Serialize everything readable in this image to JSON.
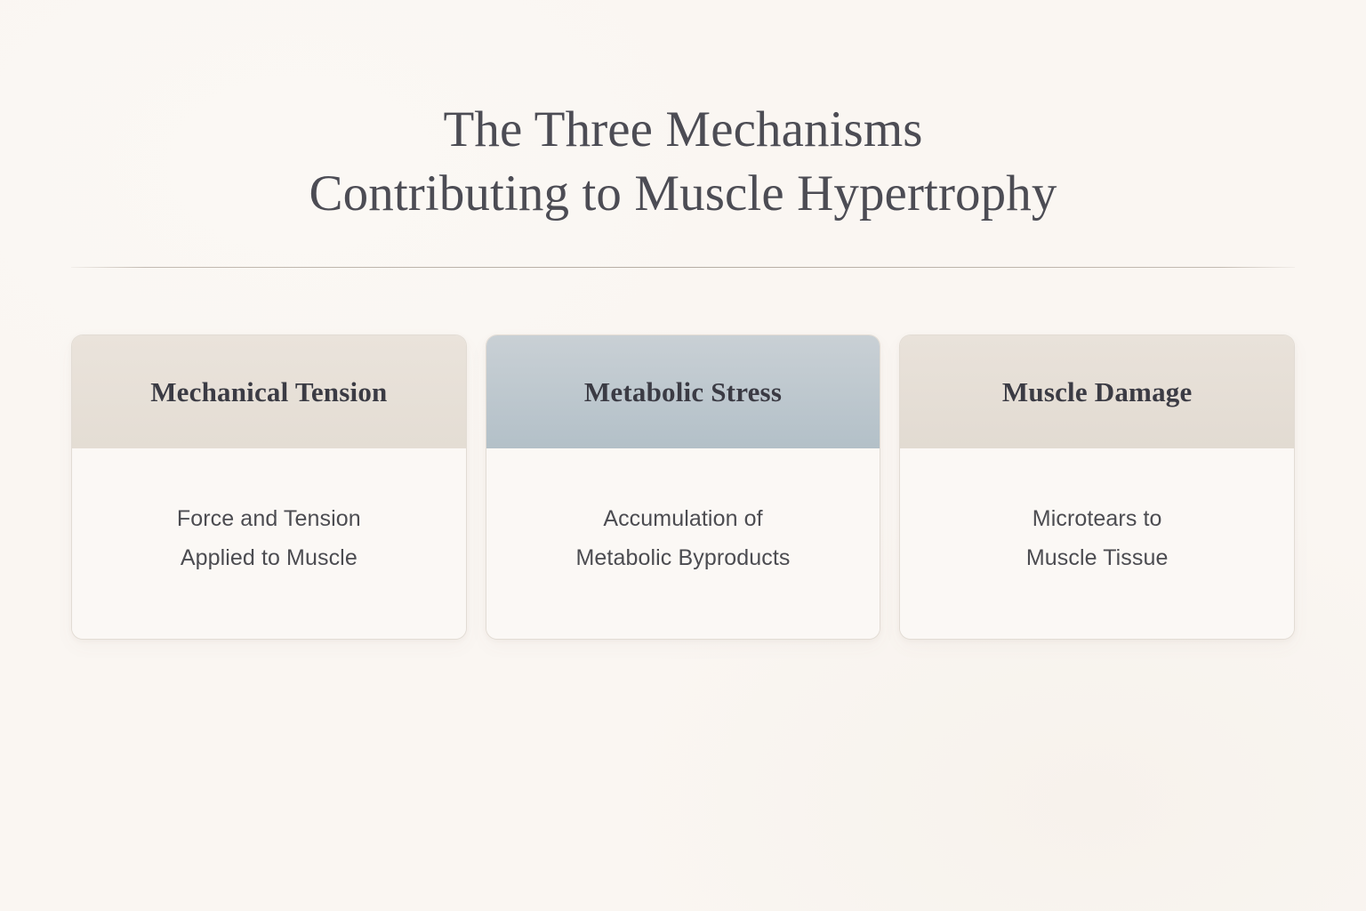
{
  "theme": {
    "background": "#faf6f2",
    "title_color": "#4c4c54",
    "divider_color": "#b2a99f",
    "body_text_color": "#4c4c51",
    "card_surface": "#fbf8f5",
    "accent_blue": "#b3c0c8",
    "accent_beige": "#e4ddd4"
  },
  "title": {
    "line1": "The Three Mechanisms",
    "line2": "Contributing to Muscle Hypertrophy"
  },
  "cards": [
    {
      "title": "Mechanical Tension",
      "desc_line1": "Force and Tension",
      "desc_line2": "Applied to Muscle",
      "header_color": "#e4ddd4"
    },
    {
      "title": "Metabolic Stress",
      "desc_line1": "Accumulation of",
      "desc_line2": "Metabolic Byproducts",
      "header_color": "#b3c0c8"
    },
    {
      "title": "Muscle Damage",
      "desc_line1": "Microtears to",
      "desc_line2": "Muscle Tissue",
      "header_color": "#e2dbd2"
    }
  ]
}
